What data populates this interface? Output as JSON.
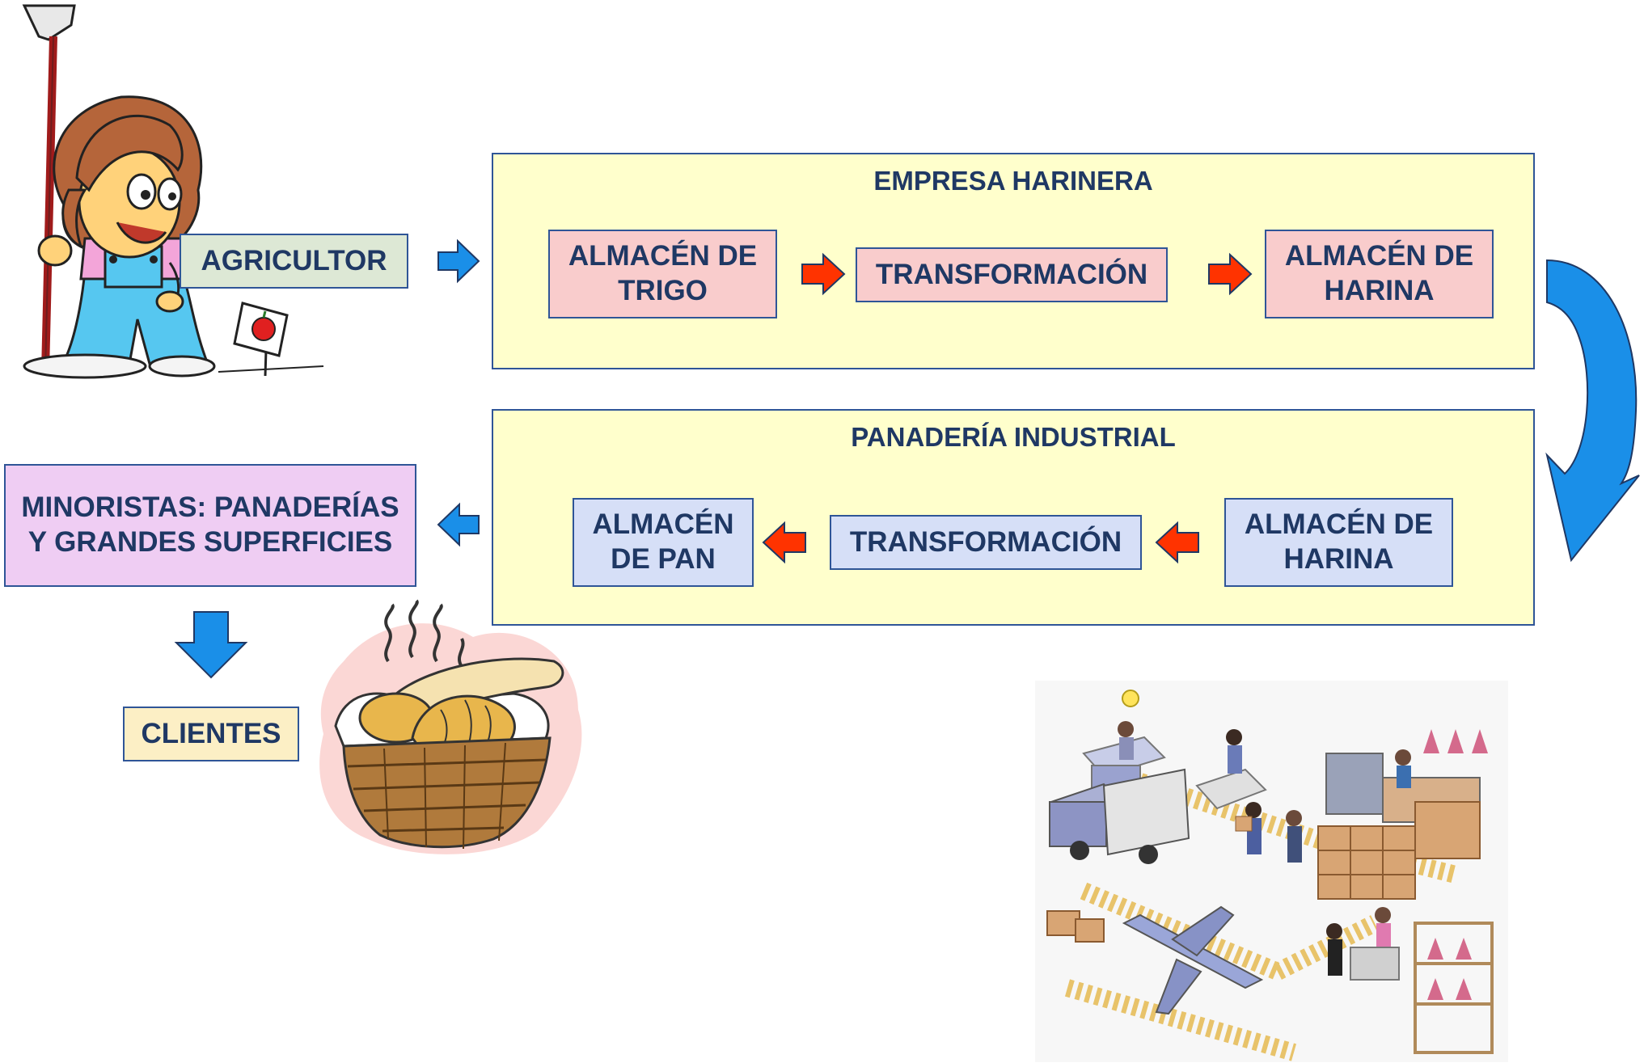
{
  "agricultor": {
    "label": "AGRICULTOR"
  },
  "empresa_harinera": {
    "title": "EMPRESA HARINERA",
    "steps": [
      "ALMACÉN DE TRIGO",
      "TRANSFORMACIÓN",
      "ALMACÉN DE HARINA"
    ]
  },
  "panaderia_industrial": {
    "title": "PANADERÍA INDUSTRIAL",
    "steps": [
      "ALMACÉN DE HARINA",
      "TRANSFORMACIÓN",
      "ALMACÉN DE PAN"
    ]
  },
  "minoristas": {
    "label": "MINORISTAS: PANADERÍAS Y GRANDES SUPERFICIES"
  },
  "clientes": {
    "label": "CLIENTES"
  },
  "colors": {
    "panel_fill": "#ffffcc",
    "panel_border": "#2f5597",
    "pink_box": "#f9cccc",
    "blue_box": "#d6dff7",
    "green_box": "#dde8d5",
    "lilac_box": "#efcdf3",
    "tan_box": "#fcefc5",
    "red_arrow": "#ff3300",
    "blue_arrow": "#1a8fe8"
  },
  "illustrations": [
    "farmer-clipart",
    "bread-basket-clipart",
    "factory-logistics-clipart"
  ]
}
